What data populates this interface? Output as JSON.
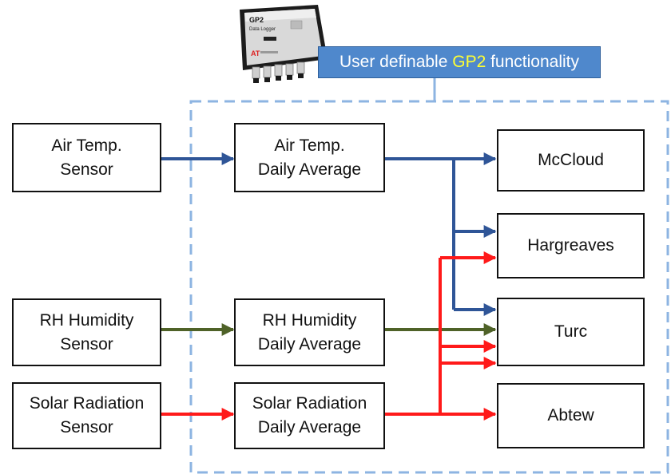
{
  "banner": {
    "prefix": "User definable ",
    "highlight": "GP2",
    "suffix": " functionality"
  },
  "logger_device": {
    "label_line1": "GP2",
    "label_line2": "Data Logger",
    "brand": "AT"
  },
  "sensors": [
    {
      "line1": "Air Temp.",
      "line2": "Sensor"
    },
    {
      "line1": "RH Humidity",
      "line2": "Sensor"
    },
    {
      "line1": "Solar Radiation",
      "line2": "Sensor"
    }
  ],
  "averages": [
    {
      "line1": "Air Temp.",
      "line2": "Daily Average"
    },
    {
      "line1": "RH Humidity",
      "line2": "Daily Average"
    },
    {
      "line1": "Solar Radiation",
      "line2": "Daily Average"
    }
  ],
  "methods": [
    "McCloud",
    "Hargreaves",
    "Turc",
    "Abtew"
  ],
  "colors": {
    "air_temp_arrow": "#2f5597",
    "humidity_arrow": "#4f6228",
    "solar_arrow": "#ff1a1a",
    "dashed_border": "#8db4e2",
    "banner_bg": "#4f88cc",
    "banner_highlight": "#ffff33"
  }
}
